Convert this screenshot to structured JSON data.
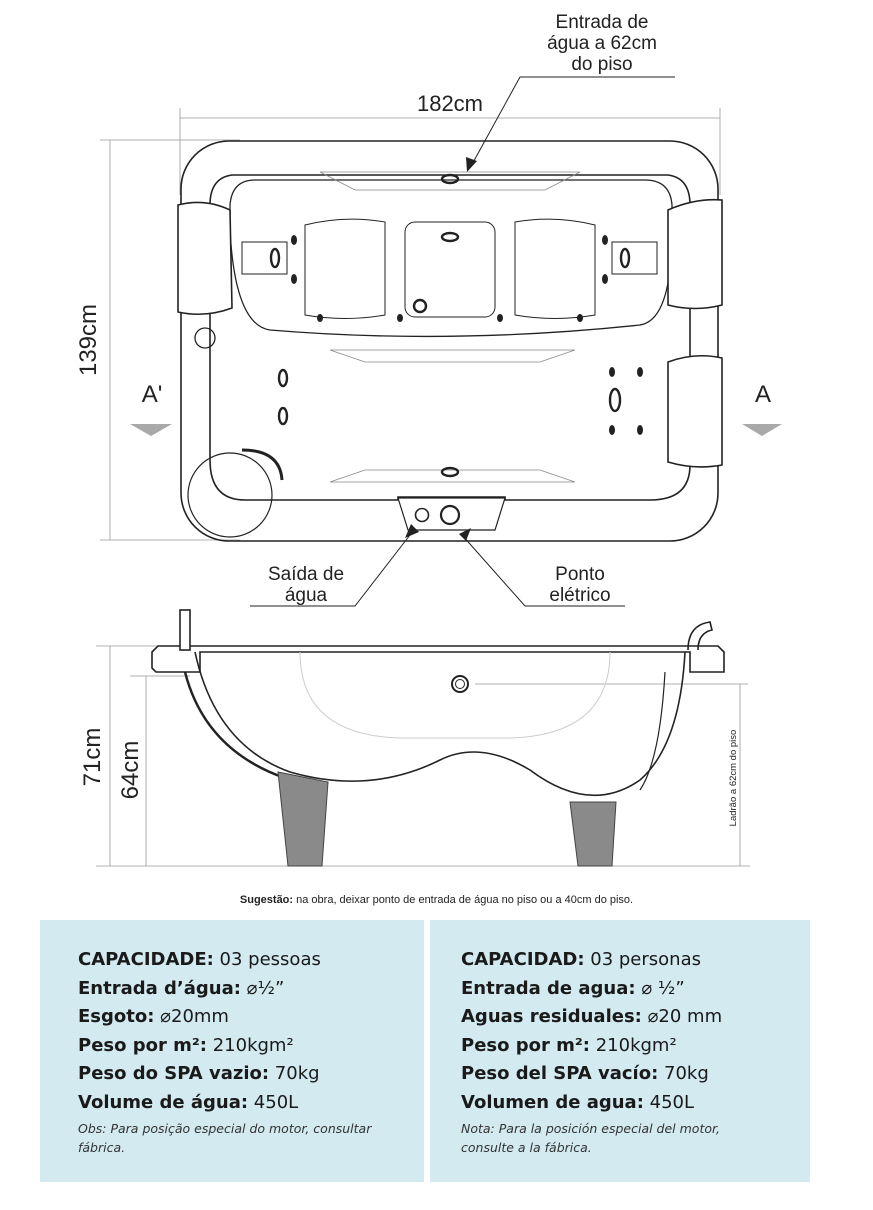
{
  "top_view": {
    "dim_width": "182cm",
    "dim_depth": "139cm",
    "side_left": "A'",
    "side_right": "A",
    "inlet_callout": [
      "Entrada de",
      "água a 62cm",
      "do piso"
    ],
    "drain_callout": [
      "Saída de",
      "água"
    ],
    "electric_callout": [
      "Ponto",
      "elétrico"
    ]
  },
  "side_view": {
    "dim_total": "71cm",
    "dim_inner": "64cm",
    "overflow_note": "Ladrão a 62cm do piso"
  },
  "suggestion": {
    "label": "Sugestão:",
    "text": " na obra, deixar ponto de entrada de água no piso ou a 40cm do piso."
  },
  "specs_pt": {
    "items": [
      {
        "key": "CAPACIDADE:",
        "value": " 03 pessoas"
      },
      {
        "key": "Entrada d’água:",
        "value": " ⌀½”"
      },
      {
        "key": "Esgoto:",
        "value": " ⌀20mm"
      },
      {
        "key": "Peso por m²:",
        "value": " 210kgm²"
      },
      {
        "key": "Peso do SPA vazio:",
        "value": " 70kg"
      },
      {
        "key": "Volume de água:",
        "value": " 450L"
      }
    ],
    "note": "Obs: Para posição especial do motor, consultar fábrica."
  },
  "specs_es": {
    "items": [
      {
        "key": "CAPACIDAD:",
        "value": " 03 personas"
      },
      {
        "key": "Entrada de agua:",
        "value": " ⌀ ½”"
      },
      {
        "key": "Aguas residuales:",
        "value": " ⌀20 mm"
      },
      {
        "key": "Peso por m²:",
        "value": " 210kgm²"
      },
      {
        "key": "Peso del SPA vacío:",
        "value": " 70kg"
      },
      {
        "key": "Volumen de agua:",
        "value": " 450L"
      }
    ],
    "note": "Nota: Para la posición especial del motor, consulte a la fábrica."
  },
  "colors": {
    "panel_bg": "#d2eaf0",
    "line": "#222222",
    "dim_line": "#999999",
    "marker": "#a9a9a9",
    "leg": "#8a8a8a"
  }
}
